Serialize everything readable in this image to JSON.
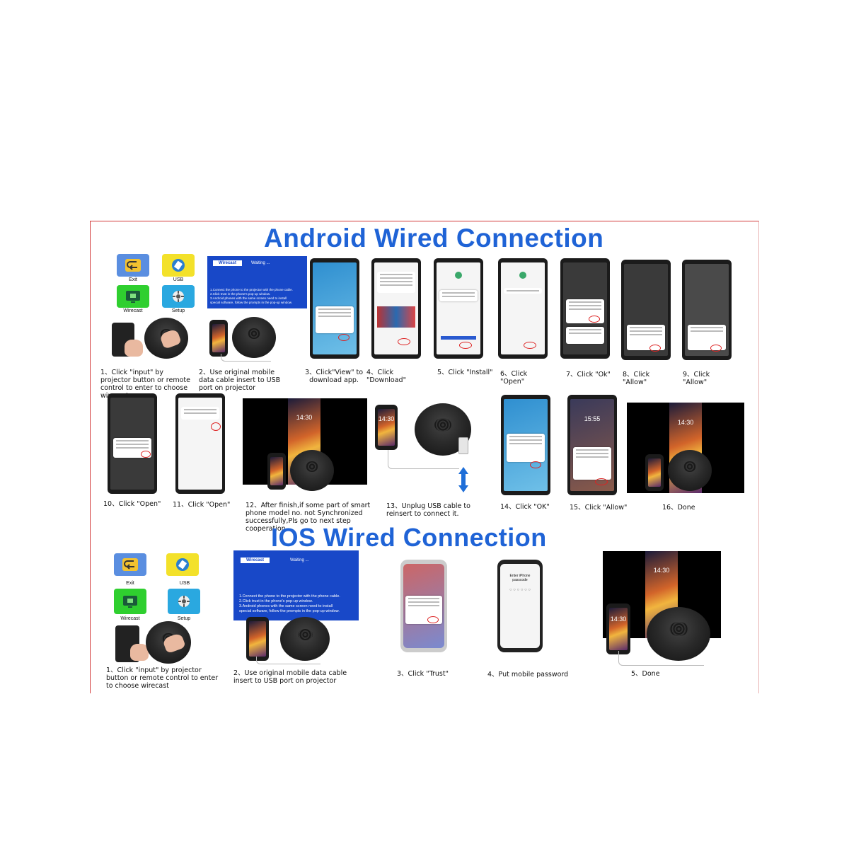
{
  "android": {
    "title": "Android Wired Connection",
    "menu": {
      "exit": "Exit",
      "usb": "USB",
      "wirecast": "Wirecast",
      "setup": "Setup"
    },
    "wirecast_screen": {
      "tag": "Wirecast",
      "waiting": "Waiting ...",
      "line1": "1.Connect the phone to the projector with the phone cable.",
      "line2": "2.Click trust in the phone's pop-up window.",
      "line3": "3.Android phones with the same screen need to install",
      "line4": "special software, follow the prompts in the pop-up window."
    },
    "steps": [
      "1、Click \"input\" by projector button or remote control to enter to choose wirecast",
      "2、Use original mobile data cable insert to USB port on projector",
      "3、Click\"View\" to download app.",
      "4、Click \"Download\"",
      "5、Click \"Install\"",
      "6、Click \"Open\"",
      "7、Click \"Ok\"",
      "8、Click \"Allow\"",
      "9、Click \"Allow\"",
      "10、Click \"Open\"",
      "11、Click \"Open\"",
      "12、After finish,if some part of smart phone model no. not Synchronized successfully,Pls go to next step cooperation",
      "13、Unplug USB cable to reinsert to connect it.",
      "14、Click \"OK\"",
      "15、Click \"Allow\"",
      "16、Done"
    ],
    "clock": "14:30",
    "clock2": "15:55"
  },
  "ios": {
    "title": "IOS Wired Connection",
    "menu": {
      "exit": "Exit",
      "usb": "USB",
      "wirecast": "Wirecast",
      "setup": "Setup"
    },
    "wirecast_screen": {
      "tag": "Wirecast",
      "waiting": "Waiting ...",
      "line1": "1.Connect the phone to the projector with the phone cable.",
      "line2": "2.Click trust in the phone's pop-up window.",
      "line3": "3.Android phones with the same screen need to install",
      "line4": "special software, follow the prompts in the pop-up window."
    },
    "passcode_label": "Enter iPhone passcode",
    "steps": [
      "1、Click \"input\" by projector button or remote control to enter to choose wirecast",
      "2、Use original mobile data cable insert to USB port on projector",
      "3、Click \"Trust\"",
      "4、Put mobile password",
      "5、Done"
    ],
    "clock": "14:30"
  },
  "colors": {
    "title": "#1f63d6",
    "exit_tile": "#5a8ee0",
    "usb_tile": "#f3e12a",
    "wirecast_tile": "#2fcf2f",
    "setup_tile": "#2aa8e0",
    "highlight": "#d22222"
  }
}
